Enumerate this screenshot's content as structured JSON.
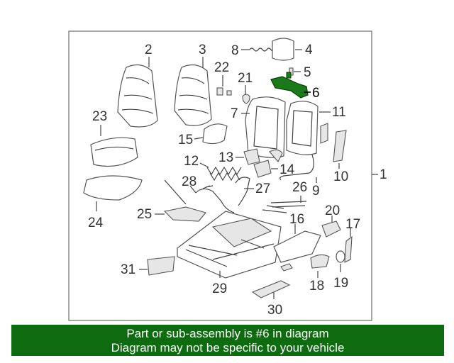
{
  "callouts": {
    "c1": "1",
    "c2": "2",
    "c3": "3",
    "c4": "4",
    "c5": "5",
    "c6": "6",
    "c7": "7",
    "c8": "8",
    "c9": "9",
    "c10": "10",
    "c11": "11",
    "c12": "12",
    "c13": "13",
    "c14": "14",
    "c15": "15",
    "c16": "16",
    "c17": "17",
    "c18": "18",
    "c19": "19",
    "c20": "20",
    "c21": "21",
    "c22": "22",
    "c23": "23",
    "c24": "24",
    "c25": "25",
    "c26": "26",
    "c27": "27",
    "c28": "28",
    "c29": "29",
    "c30": "30",
    "c31": "31"
  },
  "highlight": {
    "part_number": "6",
    "color": "#1a7a1a"
  },
  "banner": {
    "line1": "Part or sub-assembly is #6 in diagram",
    "line2": "Diagram may not be specific to your vehicle",
    "background": "#0f6b0f"
  }
}
